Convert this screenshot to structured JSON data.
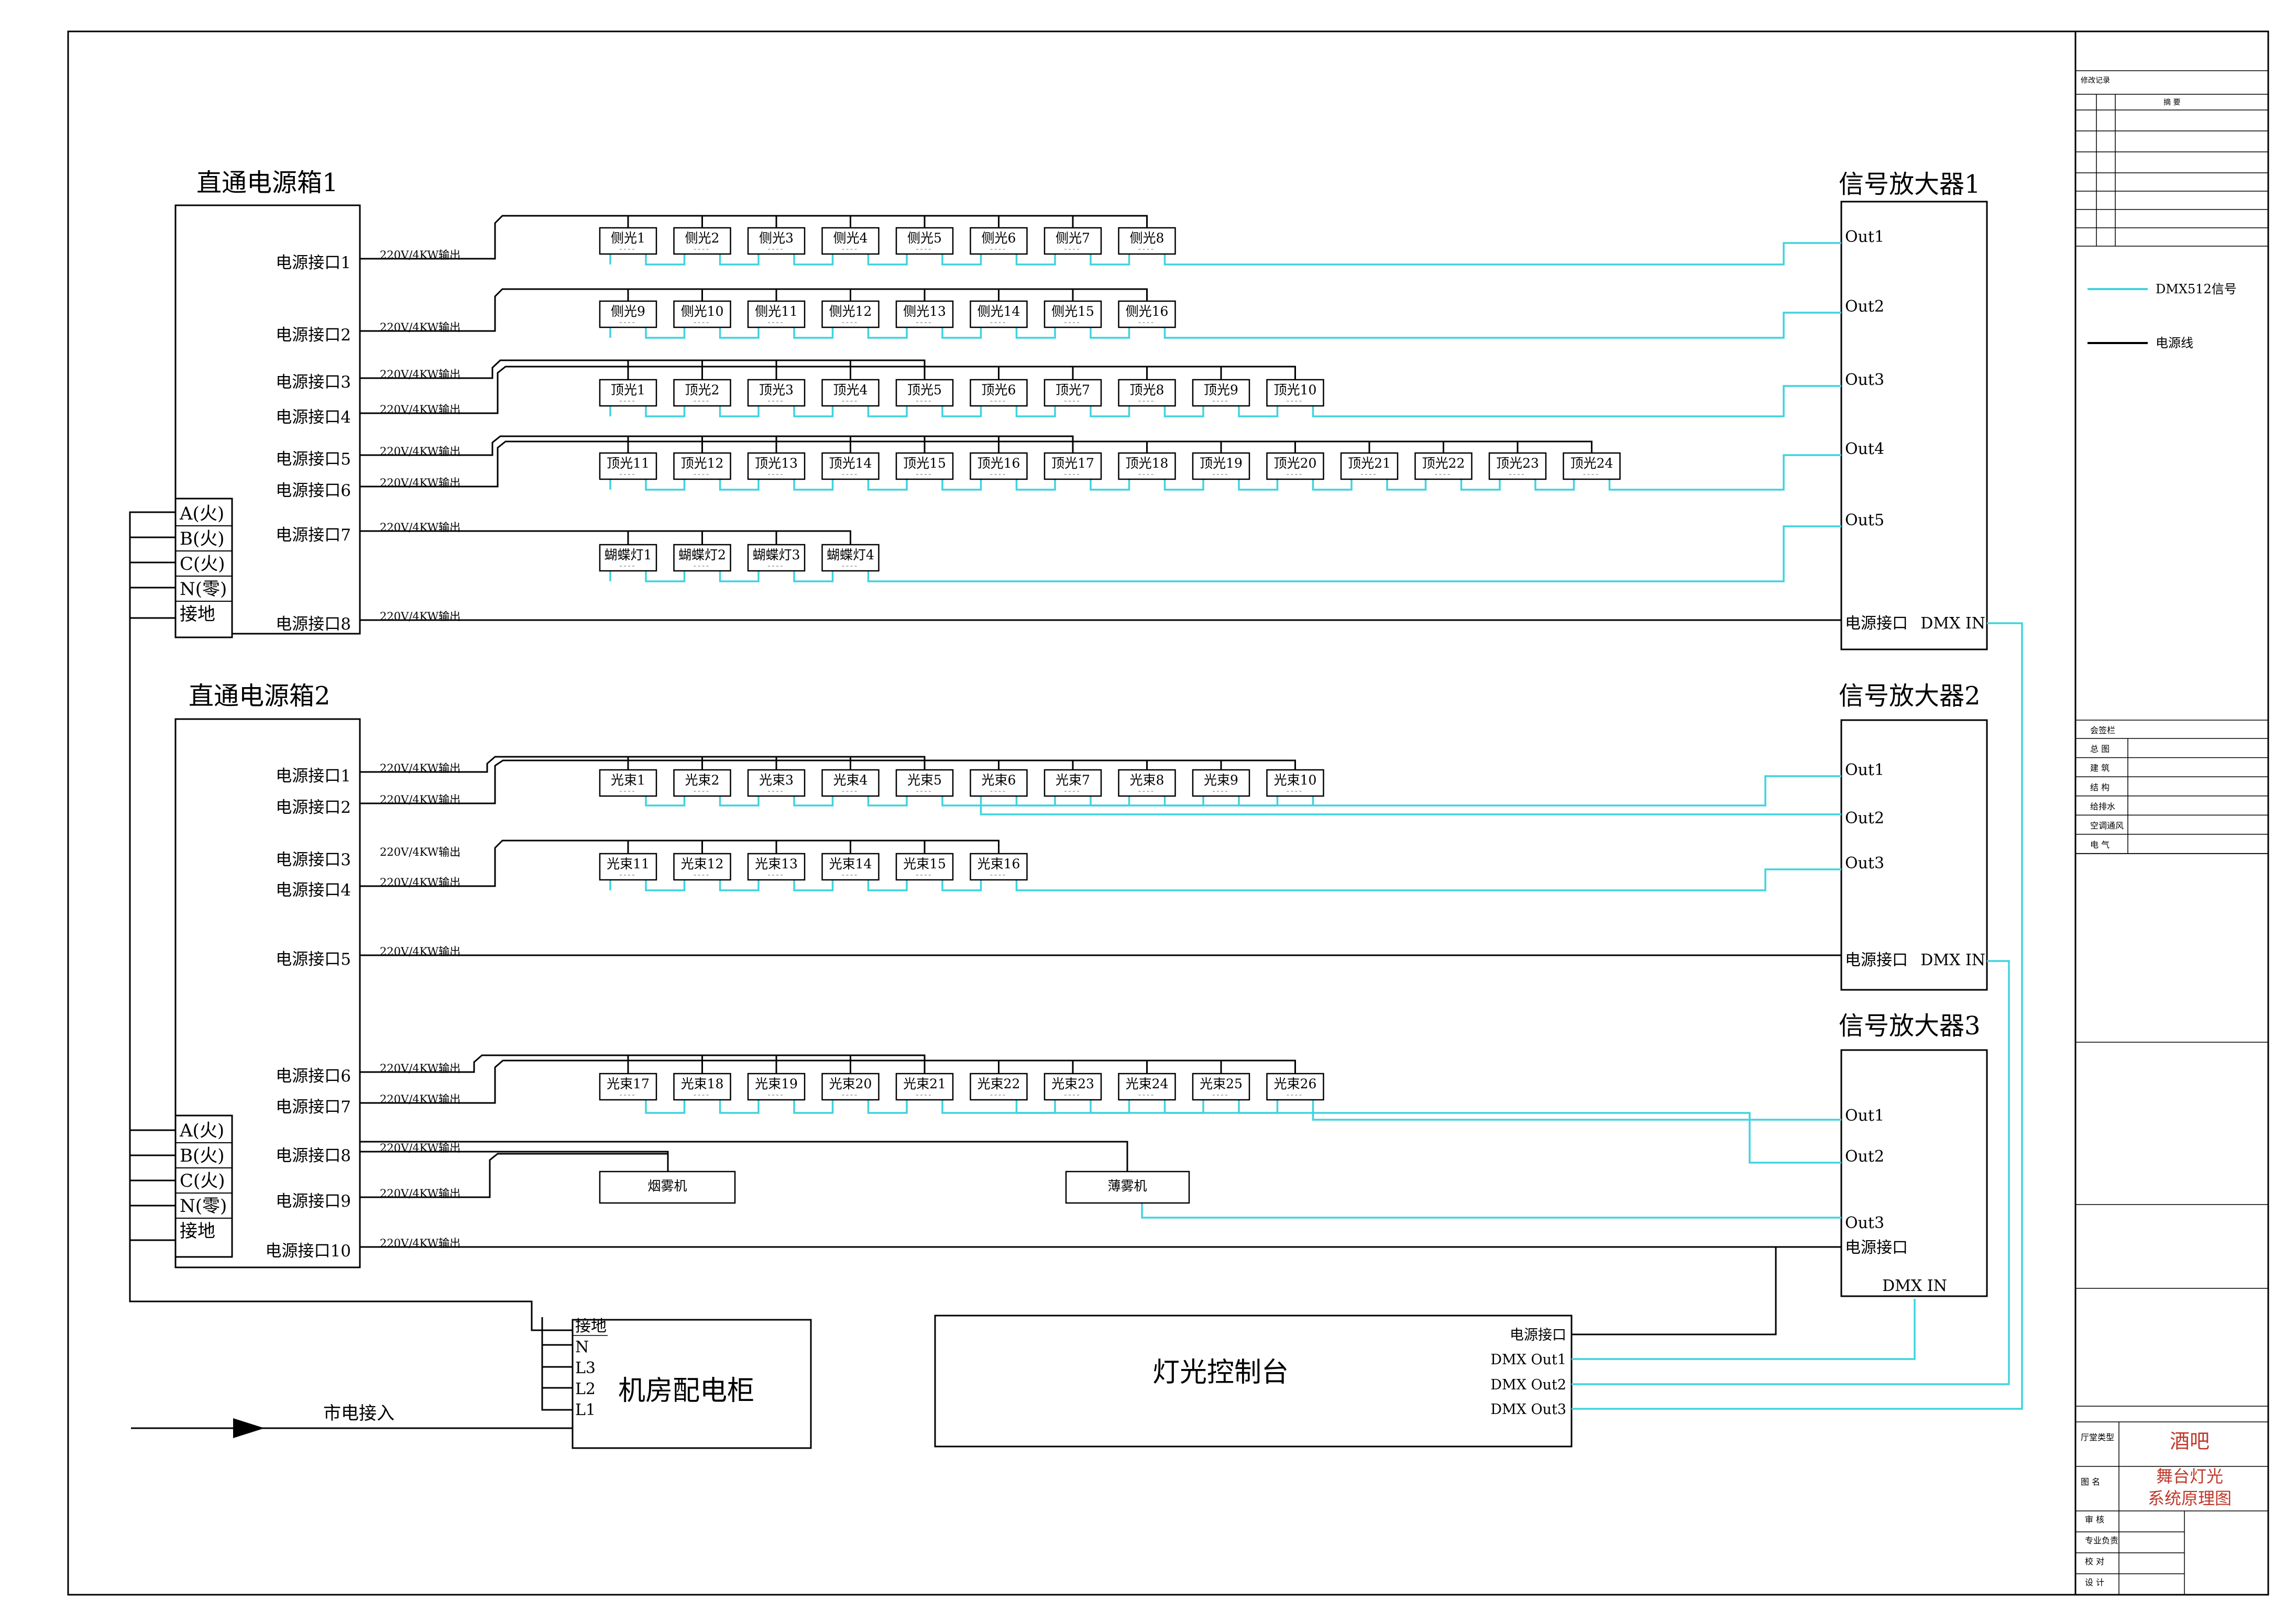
{
  "boxes": {
    "box1": {
      "title": "直通电源箱1",
      "ports": [
        "电源接口1",
        "电源接口2",
        "电源接口3",
        "电源接口4",
        "电源接口5",
        "电源接口6",
        "电源接口7",
        "电源接口8"
      ]
    },
    "box2": {
      "title": "直通电源箱2",
      "ports": [
        "电源接口1",
        "电源接口2",
        "电源接口3",
        "电源接口4",
        "电源接口5",
        "电源接口6",
        "电源接口7",
        "电源接口8",
        "电源接口9",
        "电源接口10"
      ]
    },
    "terminals": [
      "A(火)",
      "B(火)",
      "C(火)",
      "N(零)",
      "接地"
    ],
    "output_label": "220V/4KW输出"
  },
  "amps": {
    "amp1": {
      "title": "信号放大器1",
      "outs": [
        "Out1",
        "Out2",
        "Out3",
        "Out4",
        "Out5"
      ],
      "power": "电源接口",
      "dmx": "DMX IN"
    },
    "amp2": {
      "title": "信号放大器2",
      "outs": [
        "Out1",
        "Out2",
        "Out3"
      ],
      "power": "电源接口",
      "dmx": "DMX IN"
    },
    "amp3": {
      "title": "信号放大器3",
      "outs": [
        "Out1",
        "Out2",
        "Out3"
      ],
      "power": "电源接口",
      "dmx": "DMX IN"
    }
  },
  "fixtures": {
    "side": [
      "侧光1",
      "侧光2",
      "侧光3",
      "侧光4",
      "侧光5",
      "侧光6",
      "侧光7",
      "侧光8",
      "侧光9",
      "侧光10",
      "侧光11",
      "侧光12",
      "侧光13",
      "侧光14",
      "侧光15",
      "侧光16"
    ],
    "top": [
      "顶光1",
      "顶光2",
      "顶光3",
      "顶光4",
      "顶光5",
      "顶光6",
      "顶光7",
      "顶光8",
      "顶光9",
      "顶光10",
      "顶光11",
      "顶光12",
      "顶光13",
      "顶光14",
      "顶光15",
      "顶光16",
      "顶光17",
      "顶光18",
      "顶光19",
      "顶光20",
      "顶光21",
      "顶光22",
      "顶光23",
      "顶光24"
    ],
    "butterfly": [
      "蝴蝶灯1",
      "蝴蝶灯2",
      "蝴蝶灯3",
      "蝴蝶灯4"
    ],
    "beam": [
      "光束1",
      "光束2",
      "光束3",
      "光束4",
      "光束5",
      "光束6",
      "光束7",
      "光束8",
      "光束9",
      "光束10",
      "光束11",
      "光束12",
      "光束13",
      "光束14",
      "光束15",
      "光束16",
      "光束17",
      "光束18",
      "光束19",
      "光束20",
      "光束21",
      "光束22",
      "光束23",
      "光束24",
      "光束25",
      "光束26"
    ],
    "smoke": "烟雾机",
    "haze": "薄雾机"
  },
  "console": {
    "title": "灯光控制台",
    "ports": [
      "电源接口",
      "DMX Out1",
      "DMX Out2",
      "DMX Out3"
    ]
  },
  "cabinet": {
    "title": "机房配电柜",
    "terms": [
      "接地",
      "N",
      "L3",
      "L2",
      "L1"
    ],
    "mains": "市电接入"
  },
  "legend": {
    "dmx": "DMX512信号",
    "power": "电源线"
  },
  "colors": {
    "signal": "#3fd3df",
    "line": "#000000",
    "title_red": "#c0392b"
  },
  "titleblock": {
    "revision": "修改记录",
    "remark": "摘 要",
    "sign_header": "会签栏",
    "disciplines": [
      "总 图",
      "建 筑",
      "结 构",
      "给排水",
      "空调通风",
      "电 气"
    ],
    "project_label": "厅堂类型",
    "project": "酒吧",
    "dwg_label": "图 名",
    "dwg_line1": "舞台灯光",
    "dwg_line2": "系统原理图",
    "roles": [
      "审 核",
      "专业负责",
      "校 对",
      "设 计"
    ]
  }
}
